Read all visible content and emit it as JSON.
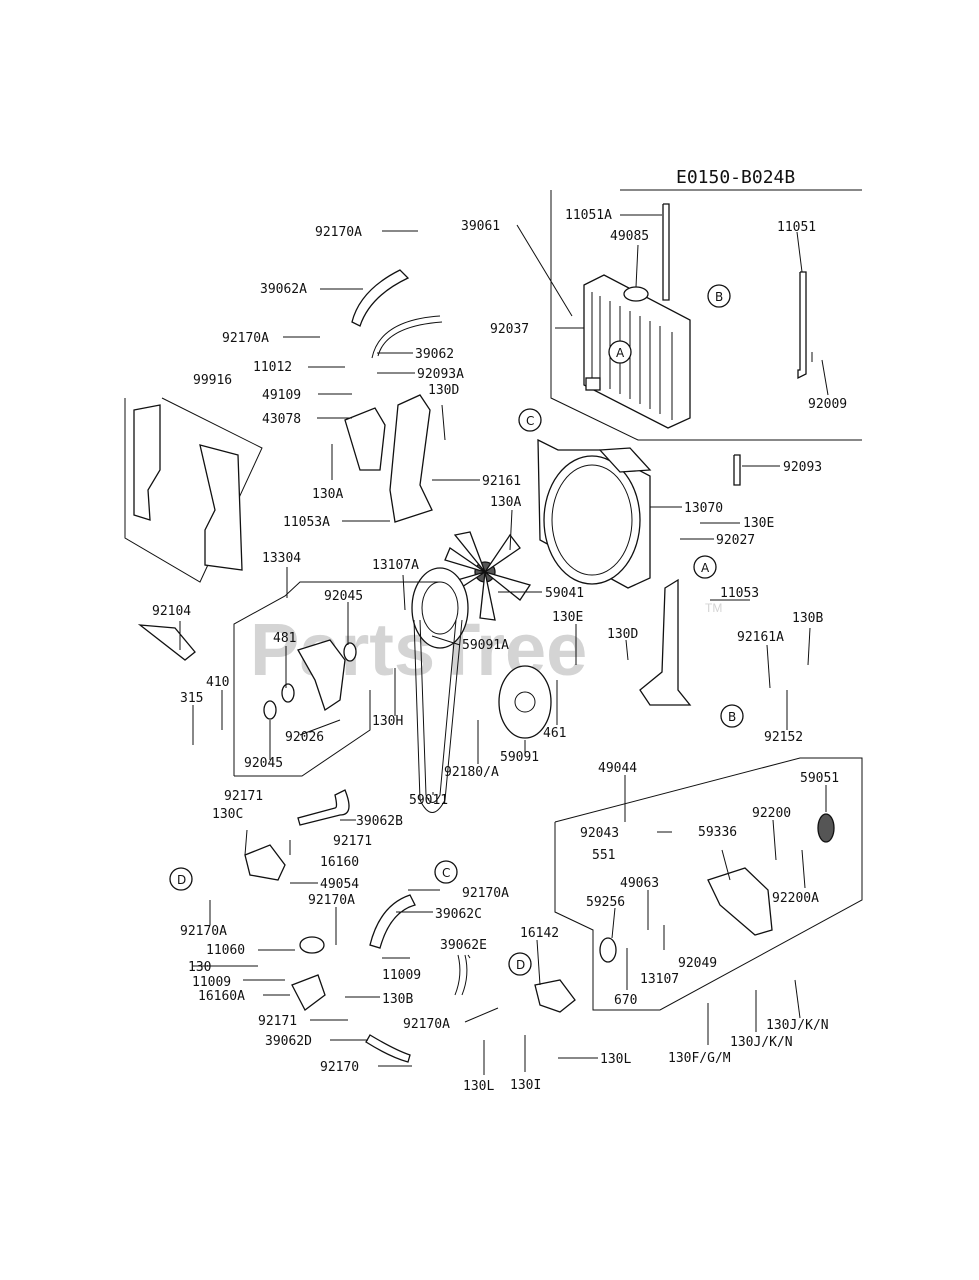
{
  "diagram_code": "E0150-B024B",
  "watermark": "PartsTree",
  "watermark_tm": "TM",
  "callouts": [
    "A",
    "B",
    "C",
    "D"
  ],
  "labels": [
    "39061",
    "11051A",
    "49085",
    "11051",
    "92170A",
    "39062A",
    "92037",
    "92170A",
    "11012",
    "39062",
    "92093A",
    "49109",
    "130D",
    "43078",
    "99916",
    "92161",
    "130A",
    "11053A",
    "13070",
    "130E",
    "92027",
    "92093",
    "92009",
    "13304",
    "13107A",
    "130A",
    "59041",
    "11053",
    "92104",
    "92045",
    "481",
    "59091A",
    "130E",
    "130D",
    "130B",
    "92161A",
    "410",
    "315",
    "130H",
    "92026",
    "92045",
    "461",
    "92152",
    "59091",
    "92180/A",
    "59011",
    "49044",
    "59051",
    "92171",
    "130C",
    "39062B",
    "92171",
    "16160",
    "92043",
    "551",
    "92200",
    "59336",
    "49054",
    "92170A",
    "92170A",
    "39062C",
    "49063",
    "59256",
    "92200A",
    "92170A",
    "11060",
    "130",
    "11009",
    "11009",
    "16160A",
    "130B",
    "39062E",
    "16142",
    "670",
    "92049",
    "13107",
    "92171",
    "92170A",
    "39062D",
    "92170",
    "130L",
    "130I",
    "130L",
    "130F/G/M",
    "130J/K/N",
    "130J/K/N"
  ]
}
